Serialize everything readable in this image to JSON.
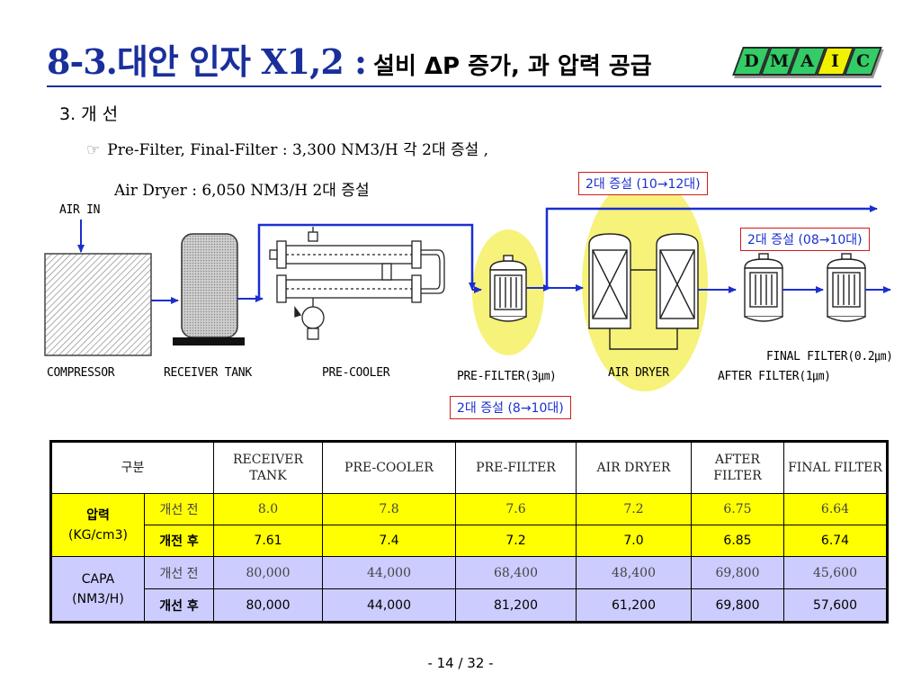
{
  "header": {
    "title_main": "8-3.대안 인자 X1,2 :",
    "title_sub": "설비 ΔP 증가, 과 압력 공급",
    "dmaic": [
      {
        "letter": "D",
        "color": "#33cc66"
      },
      {
        "letter": "M",
        "color": "#33cc66"
      },
      {
        "letter": "A",
        "color": "#33cc66"
      },
      {
        "letter": "I",
        "color": "#f2f200"
      },
      {
        "letter": "C",
        "color": "#33cc66"
      }
    ]
  },
  "body": {
    "heading": "3. 개 선",
    "bullet_icon": "☞",
    "bullet_line1": "Pre-Filter, Final-Filter : 3,300 NM3/H 각 2대 증설 ,",
    "bullet_line2": "Air Dryer : 6,050 NM3/H 2대 증설"
  },
  "diagram": {
    "air_in": "AIR IN",
    "labels": {
      "compressor": "COMPRESSOR",
      "receiver_tank": "RECEIVER TANK",
      "pre_cooler": "PRE-COOLER",
      "pre_filter": "PRE-FILTER(3㎛)",
      "air_dryer": "AIR DRYER",
      "after_filter": "AFTER FILTER(1㎛)",
      "final_filter": "FINAL FILTER(0.2㎛)"
    },
    "callouts": {
      "dryer": "2대 증설 (10→12대)",
      "final": "2대 증설 (08→10대)",
      "pre": "2대 증설 (8→10대)"
    },
    "colors": {
      "flow": "#1a2fd0",
      "highlight": "#f6f27a"
    }
  },
  "table": {
    "corner": "구분",
    "columns": [
      "RECEIVER TANK",
      "PRE-COOLER",
      "PRE-FILTER",
      "AIR DRYER",
      "AFTER FILTER",
      "FINAL FILTER"
    ],
    "pressure": {
      "label_bold": "압력",
      "label_unit": "(KG/cm3)",
      "before_label": "개선 전",
      "after_label": "개전 후",
      "before": [
        "8.0",
        "7.8",
        "7.6",
        "7.2",
        "6.75",
        "6.64"
      ],
      "after": [
        "7.61",
        "7.4",
        "7.2",
        "7.0",
        "6.85",
        "6.74"
      ]
    },
    "capa": {
      "label_name": "CAPA",
      "label_unit": "(NM3/H)",
      "before_label": "개선 전",
      "after_label": "개선 후",
      "before": [
        "80,000",
        "44,000",
        "68,400",
        "48,400",
        "69,800",
        "45,600"
      ],
      "after": [
        "80,000",
        "44,000",
        "81,200",
        "61,200",
        "69,800",
        "57,600"
      ]
    }
  },
  "footer": {
    "page": "- 14 / 32 -"
  }
}
